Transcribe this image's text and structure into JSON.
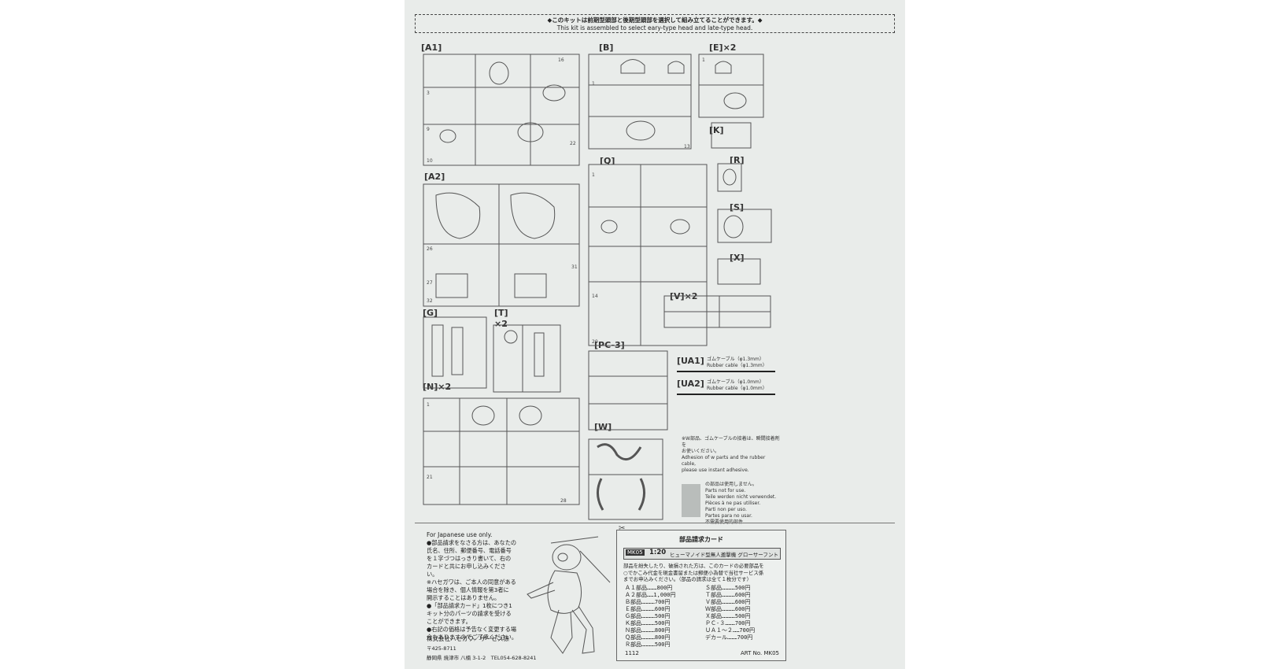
{
  "banner": {
    "jp": "◆このキットは前期型頭部と後期型頭部を選択して組み立てることができます。◆",
    "en": "This kit is assembled to select eary-type head and late-type head."
  },
  "runners": {
    "A1": "[A1]",
    "A2": "[A2]",
    "B": "[B]",
    "E": "[E]×2",
    "K": "[K]",
    "Q": "[Q]",
    "R": "[R]",
    "S": "[S]",
    "X": "[X]",
    "V": "[V]×2",
    "G": "[G]",
    "T": "[T]",
    "T_mult": "×2",
    "N": "[N]×2",
    "PC3": "[PC-3]",
    "W": "[W]"
  },
  "cables": [
    {
      "label": "[UA1]",
      "jp": "ゴムケーブル（φ1.3mm）",
      "en": "Rubber cable（φ1.3mm）"
    },
    {
      "label": "[UA2]",
      "jp": "ゴムケーブル（φ1.0mm）",
      "en": "Rubber cable（φ1.0mm）"
    }
  ],
  "adhesion_note": {
    "jp1": "※W部品、ゴムケーブルの接着は、瞬間接着剤を",
    "jp2": "お使いください。",
    "en1": "Adhesion of w parts and the rubber cable,",
    "en2": "please use instant adhesive."
  },
  "not_used": {
    "jp": "の部品は使用しません。",
    "lines": [
      "Parts not for use.",
      "Teile werden nicht verwendet.",
      "Pièces à ne pas utiliser.",
      "Parti non per uso.",
      "Partes para no usar.",
      "不需要使用的部件"
    ]
  },
  "japan_only": {
    "header": "For Japanese use only.",
    "lines": [
      "●部品請求をなさる方は、あなたの",
      "氏名、住所、郵便番号、電話番号",
      "を１字づつはっきり書いて、右の",
      "カードと共にお申し込みくださ",
      "い。",
      "※ハセガワは、ご本人の同意がある",
      "場合を除き、個人情報を第3者に",
      "開示することはありません。",
      "●「部品請求カード」1枚につき1",
      "キット分のパーツの請求を受ける",
      "ことができます。",
      "●右記の価格は予告なく変更する場",
      "合もありますのでご了承ください。"
    ],
    "company": "株式会社ハセガワ／サービス係",
    "postal": "〒425-8711",
    "address": "静岡県 焼津市 八楠 3-1-2　TEL054-628-8241"
  },
  "order_card": {
    "title": "部品請求カード",
    "badge": "MK05",
    "scale": "1:20",
    "product": "ヒューマノイド型無人邀撃機 グローサーフント",
    "text1": "部品を紛失したり、破損された方は、このカードの必要部品を",
    "text2": "○でかこみ代金を現金書留または郵便小為替で当社サービス係",
    "text3": "までお申込みください。（部品の請求は全て１枚分です）",
    "prices_left": [
      "Ａ１部品………800円",
      "Ａ２部品……1,000円",
      "Ｂ部品…………700円",
      "Ｅ部品…………600円",
      "Ｇ部品…………500円",
      "Ｋ部品…………500円",
      "Ｎ部品…………800円",
      "Ｑ部品…………800円",
      "Ｒ部品…………500円"
    ],
    "prices_right": [
      "Ｓ部品…………500円",
      "Ｔ部品…………600円",
      "Ｖ部品…………600円",
      "Ｗ部品…………600円",
      "Ｘ部品…………500円",
      "ＰＣ-３………700円",
      "ＵＡ１～２……700円",
      "デカール………700円"
    ],
    "code": "1112",
    "art_no": "ART No. MK05"
  }
}
